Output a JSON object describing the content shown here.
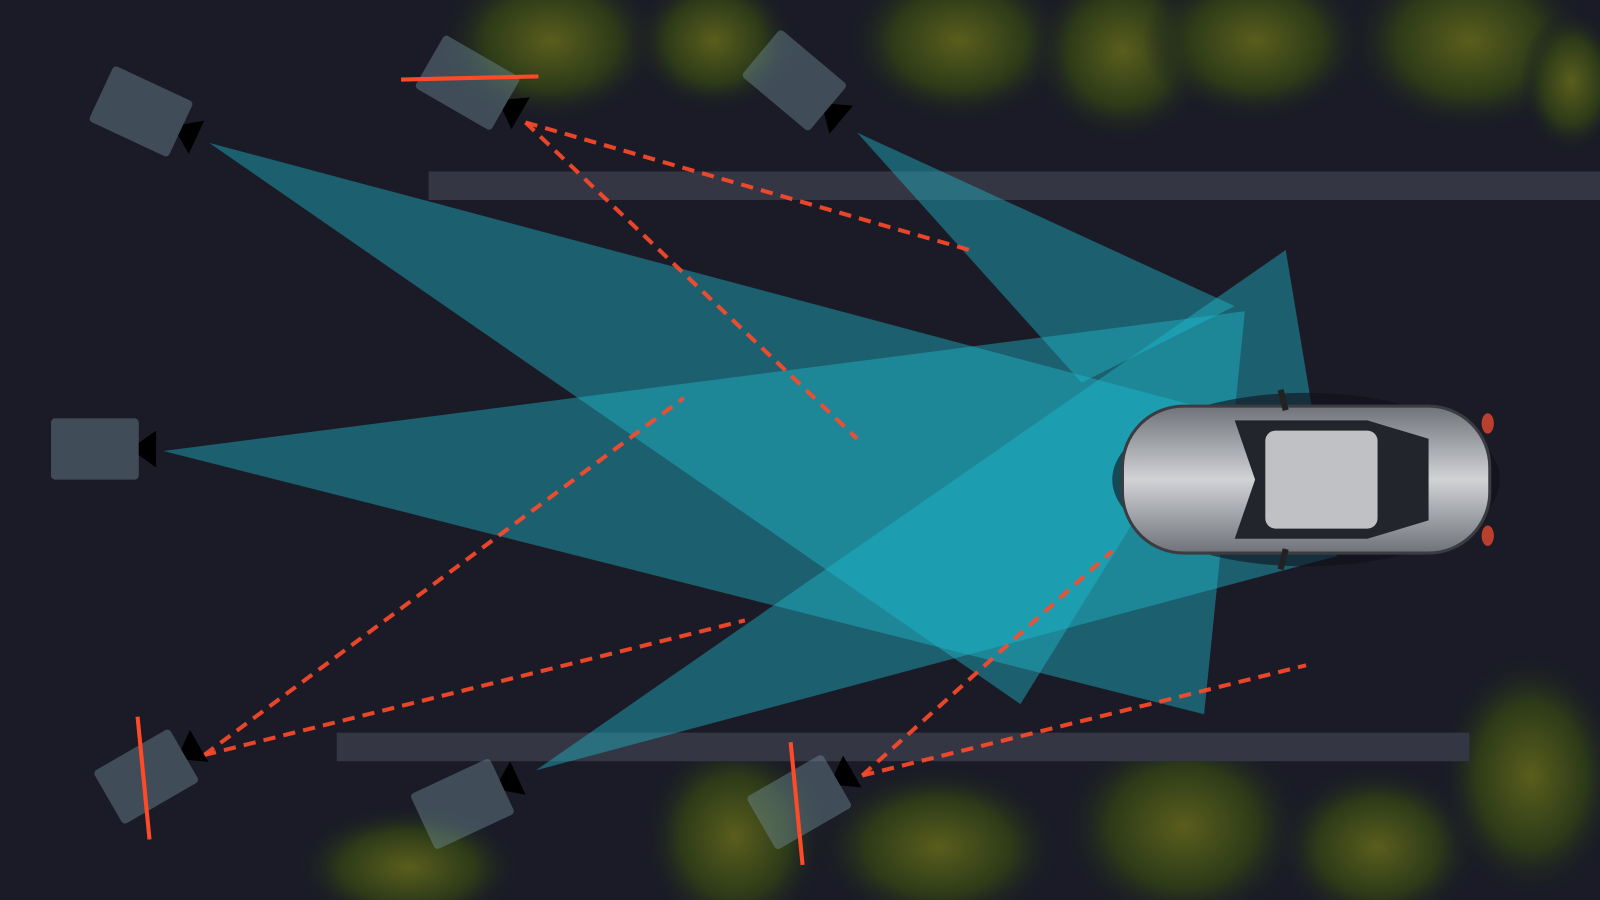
{
  "scene": {
    "background_color": "#1a1b26",
    "active_camera_color": "#2fe3ff",
    "disabled_camera_color": "#ff4a2a",
    "beam_color": "#1ebed2",
    "cameras": [
      {
        "id": "cam-top-left",
        "status": "active"
      },
      {
        "id": "cam-top-mid",
        "status": "disabled"
      },
      {
        "id": "cam-top-right",
        "status": "active"
      },
      {
        "id": "cam-left",
        "status": "active"
      },
      {
        "id": "cam-bottom-left",
        "status": "disabled"
      },
      {
        "id": "cam-bottom-mid",
        "status": "active"
      },
      {
        "id": "cam-bottom-right",
        "status": "disabled"
      }
    ],
    "subject": "car"
  }
}
